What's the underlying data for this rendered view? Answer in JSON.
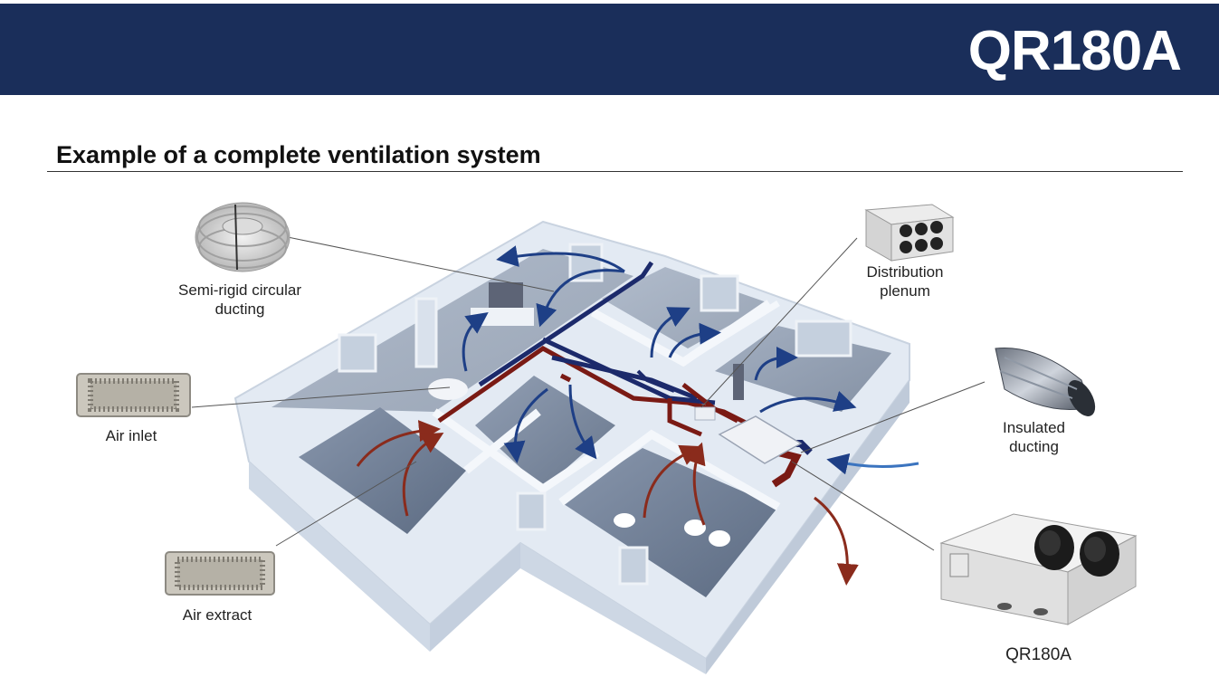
{
  "header": {
    "title": "QR180A",
    "background": "#1a2e5a"
  },
  "section": {
    "title": "Example of a complete ventilation system"
  },
  "labels": {
    "semi_rigid_line1": "Semi-rigid circular",
    "semi_rigid_line2": "ducting",
    "air_inlet": "Air inlet",
    "air_extract": "Air extract",
    "plenum_line1": "Distribution",
    "plenum_line2": "plenum",
    "insulated_line1": "Insulated",
    "insulated_line2": "ducting",
    "unit": "QR180A"
  },
  "colors": {
    "supply_duct": "#1c2a6b",
    "extract_duct": "#7a1a14",
    "supply_arrow": "#1e3f86",
    "extract_arrow": "#8a2b1c",
    "walls": "#e3eaf3",
    "floor": "#6d7d95"
  }
}
